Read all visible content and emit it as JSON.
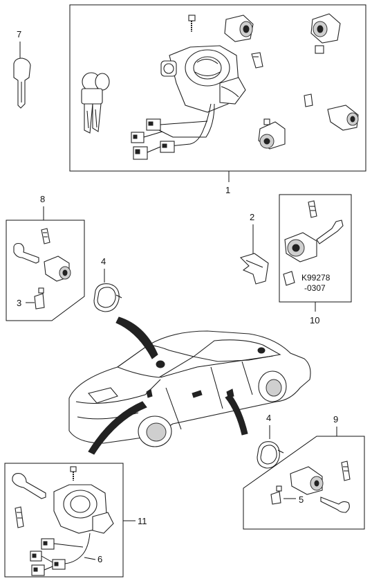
{
  "callouts": {
    "c1": "1",
    "c2": "2",
    "c3": "3",
    "c4a": "4",
    "c4b": "4",
    "c5": "5",
    "c6": "6",
    "c7": "7",
    "c8": "8",
    "c9": "9",
    "c10": "10",
    "c11": "11"
  },
  "part_code": {
    "line1": "K99278",
    "line2": "-0307"
  }
}
